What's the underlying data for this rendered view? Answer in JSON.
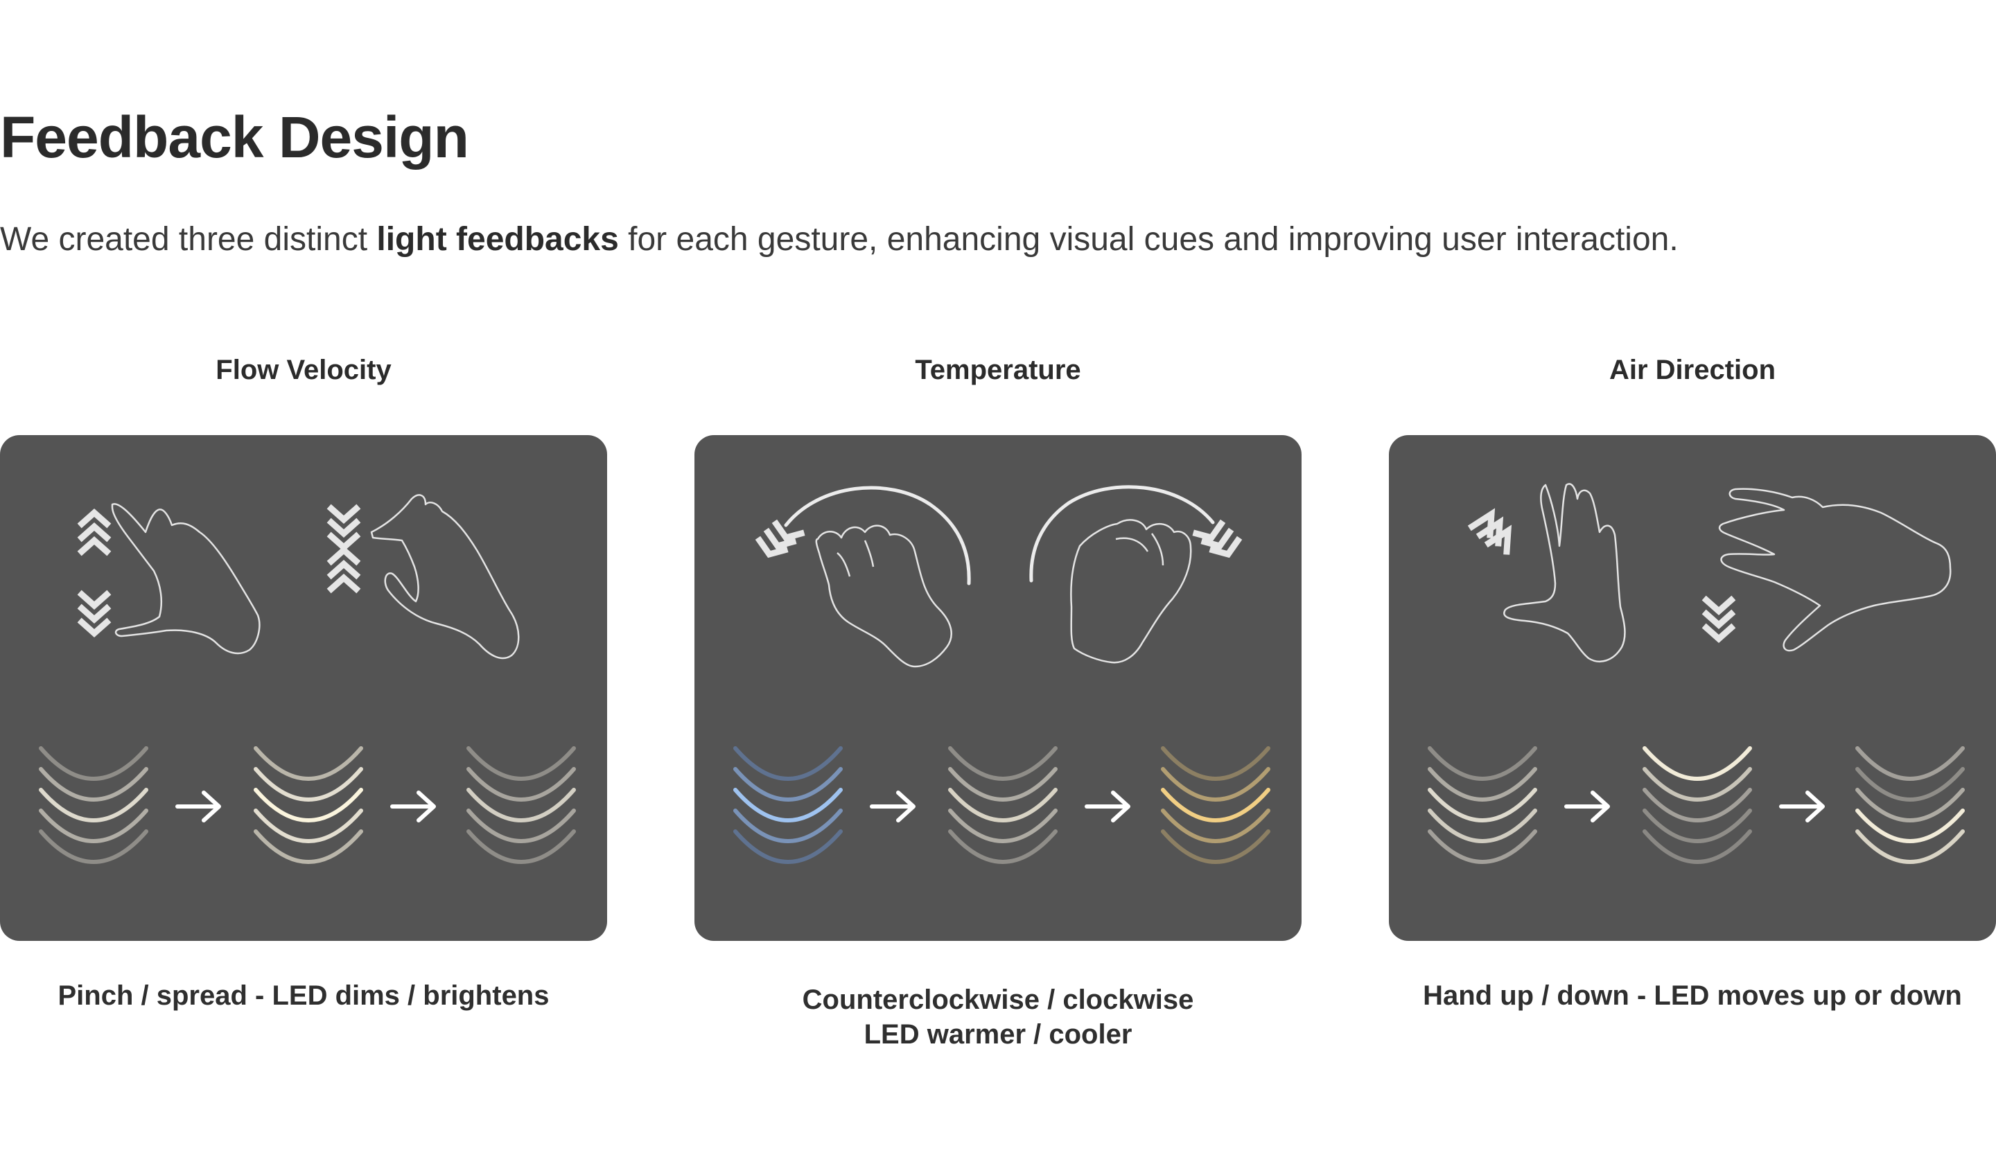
{
  "page": {
    "title": "Feedback Design",
    "subtitle": {
      "before": "We created three distinct ",
      "bold": "light feedbacks",
      "after": " for each gesture, enhancing visual cues and improving user interaction."
    }
  },
  "columns": [
    {
      "heading": "Flow Velocity",
      "caption_lines": [
        "Pinch / spread - LED dims / brightens"
      ],
      "led_groups": [
        [
          "#8f8d88",
          "#b1aea6",
          "#dedacd",
          "#b1aea6",
          "#8f8d88"
        ],
        [
          "#bab6aa",
          "#e3ded0",
          "#fbf5de",
          "#e3ded0",
          "#bab6aa"
        ],
        [
          "#8f8d88",
          "#a8a59e",
          "#d3cfc3",
          "#a8a59e",
          "#8f8d88"
        ]
      ]
    },
    {
      "heading": "Temperature",
      "caption_lines": [
        "Counterclockwise / clockwise",
        "LED warmer / cooler"
      ],
      "led_groups": [
        [
          "#5f7290",
          "#7a93b8",
          "#9fc3f0",
          "#7a93b8",
          "#5f7290"
        ],
        [
          "#8f8d88",
          "#aeaba3",
          "#d8d3c4",
          "#aeaba3",
          "#8f8d88"
        ],
        [
          "#8c7f63",
          "#b29e72",
          "#f2cf84",
          "#b29e72",
          "#8c7f63"
        ]
      ]
    },
    {
      "heading": "Air Direction",
      "caption_lines": [
        "Hand up / down - LED moves up or down"
      ],
      "led_groups": [
        [
          "#8f8d88",
          "#aeaba3",
          "#dedacd",
          "#d0ccc0",
          "#a3a09a"
        ],
        [
          "#f2ecd9",
          "#c8c4b8",
          "#a3a09a",
          "#8f8d88",
          "#8a8884"
        ],
        [
          "#a3a09a",
          "#8f8d88",
          "#aeaba3",
          "#f2ecd9",
          "#d9d4c5"
        ]
      ]
    }
  ],
  "colors": {
    "panel_bg": "#545454",
    "line": "#e4e4e4",
    "chevron": "#e6e6e6"
  },
  "icons": [
    "hand-pinch-icon",
    "hand-spread-icon",
    "hand-rotate-ccw-icon",
    "hand-rotate-cw-icon",
    "hand-raise-icon",
    "hand-lower-icon",
    "chevron-up-icon",
    "chevron-down-icon",
    "arrow-right-icon",
    "led-arc-icon"
  ]
}
